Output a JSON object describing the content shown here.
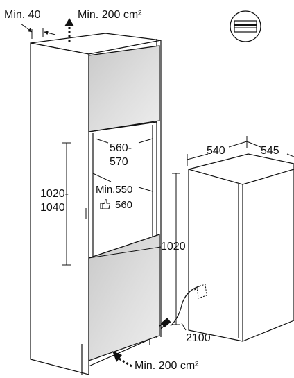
{
  "diagram": {
    "top_vent_gap": "Min. 40",
    "top_vent_area": "Min. 200 cm²",
    "bottom_vent_area": "Min. 200 cm²",
    "niche_depth_a": "560-",
    "niche_depth_b": "570",
    "niche_height_a": "1020-",
    "niche_height_b": "1040",
    "niche_depth_min": "Min.550",
    "niche_depth_recommended": "560",
    "appliance_width": "540",
    "appliance_depth": "545",
    "appliance_height": "1020",
    "cable_length": "2100",
    "icons": [
      "single-door-fridge-icon",
      "thumbs-up-icon",
      "power-plug-icon",
      "socket-icon"
    ]
  }
}
